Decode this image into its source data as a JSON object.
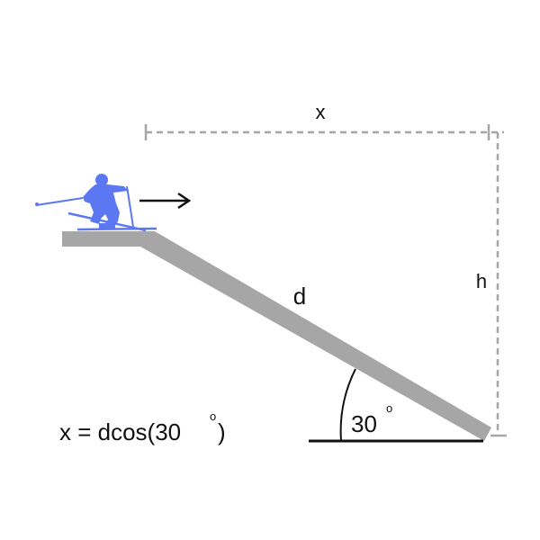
{
  "diagram": {
    "labels": {
      "horizontal": "x",
      "vertical": "h",
      "slope": "d",
      "angle_value": "30",
      "angle_unit": "o"
    },
    "formula": {
      "prefix": "x = dcos(30",
      "superscript": "o",
      "suffix": ")"
    },
    "angle_degrees": 30,
    "colors": {
      "slope": "#a6a6a6",
      "dashed": "#a6a6a6",
      "skier": "#5b78f2",
      "ground": "#111111",
      "arrow": "#111111",
      "text": "#111111"
    },
    "icons": [
      "skier-icon",
      "arrow-right-icon"
    ]
  }
}
